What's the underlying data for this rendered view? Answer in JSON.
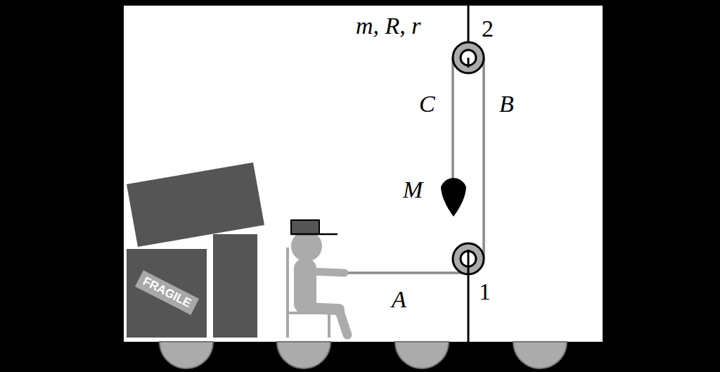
{
  "diagram": {
    "nodes": [
      {
        "text": [
          "FRAGILE"
        ]
      }
    ],
    "labels": [
      "m, R, r",
      "2",
      "C",
      "B",
      "M",
      "A",
      "1"
    ]
  }
}
